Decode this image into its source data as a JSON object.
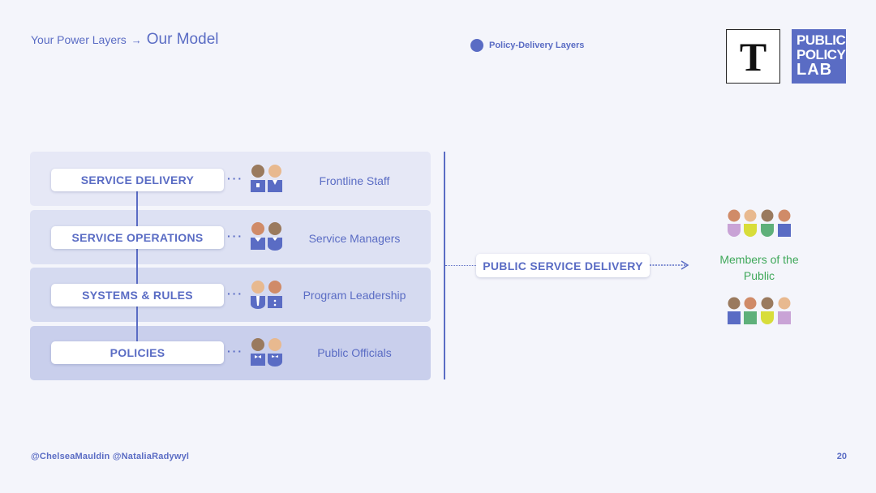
{
  "header": {
    "breadcrumb": "Your Power Layers",
    "arrow": "→",
    "current": "Our Model"
  },
  "legend": {
    "label": "Policy-Delivery Layers",
    "color": "#5a6cc4"
  },
  "logos": {
    "t_letter": "T",
    "ppl_lines": [
      "PUBLIC",
      "POLICY",
      "LAB"
    ]
  },
  "layers": [
    {
      "label": "SERVICE DELIVERY",
      "role": "Frontline Staff"
    },
    {
      "label": "SERVICE OPERATIONS",
      "role": "Service Managers"
    },
    {
      "label": "SYSTEMS & RULES",
      "role": "Program Leadership"
    },
    {
      "label": "POLICIES",
      "role": "Public Officials"
    }
  ],
  "connector_dots": "···",
  "delivery": {
    "label": "PUBLIC SERVICE DELIVERY"
  },
  "public": {
    "label_line1": "Members of the",
    "label_line2": "Public"
  },
  "footer": {
    "handles": "@ChelseaMauldin  @NataliaRadywyl",
    "page_number": "20"
  },
  "colors": {
    "accent": "#5a6cc4",
    "public_green": "#3fa85a",
    "skin_dark": "#9a7a5e",
    "skin_light": "#e8b98f",
    "skin_mid": "#d08b68"
  }
}
